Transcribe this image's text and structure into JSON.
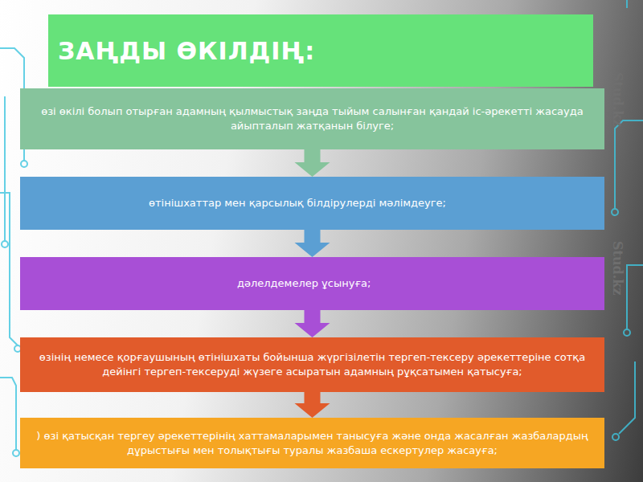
{
  "diagram": {
    "title": "ЗАҢДЫ ӨКІЛДІҢ:",
    "nodes": [
      {
        "text": [
          "өзі өкілі болып отырған адамның қылмыстық заңда тыйым салынған қандай іс-әрекетті жасауда айыпталып жатқанын білуге;"
        ]
      },
      {
        "text": [
          "өтінішхаттар мен қарсылық білдірулерді мәлімдеуге;"
        ]
      },
      {
        "text": [
          "дәлелдемелер ұсынуға;"
        ]
      },
      {
        "text": [
          "өзінің немесе қорғаушының өтінішхаты бойынша жүргізілетін тергеп-тексеру әрекеттеріне сотқа дейінгі тергеп-тексеруді жүзеге асыратын адамның рұқсатымен қатысуға;"
        ]
      },
      {
        "text": [
          ") өзі қатысқан тергеу әрекеттерінің хаттамаларымен танысуға және онда жасалған жазбалардың дұрыстығы мен толықтығы туралы жазбаша ескертулер жасауға;"
        ]
      }
    ],
    "edges": [
      {
        "from": 0,
        "to": 1,
        "arrow": "to"
      },
      {
        "from": 1,
        "to": 2,
        "arrow": "to"
      },
      {
        "from": 2,
        "to": 3,
        "arrow": "to"
      },
      {
        "from": 3,
        "to": 4,
        "arrow": "to"
      }
    ],
    "labels": [
      "Stud.kz",
      "Stud.kz"
    ]
  }
}
